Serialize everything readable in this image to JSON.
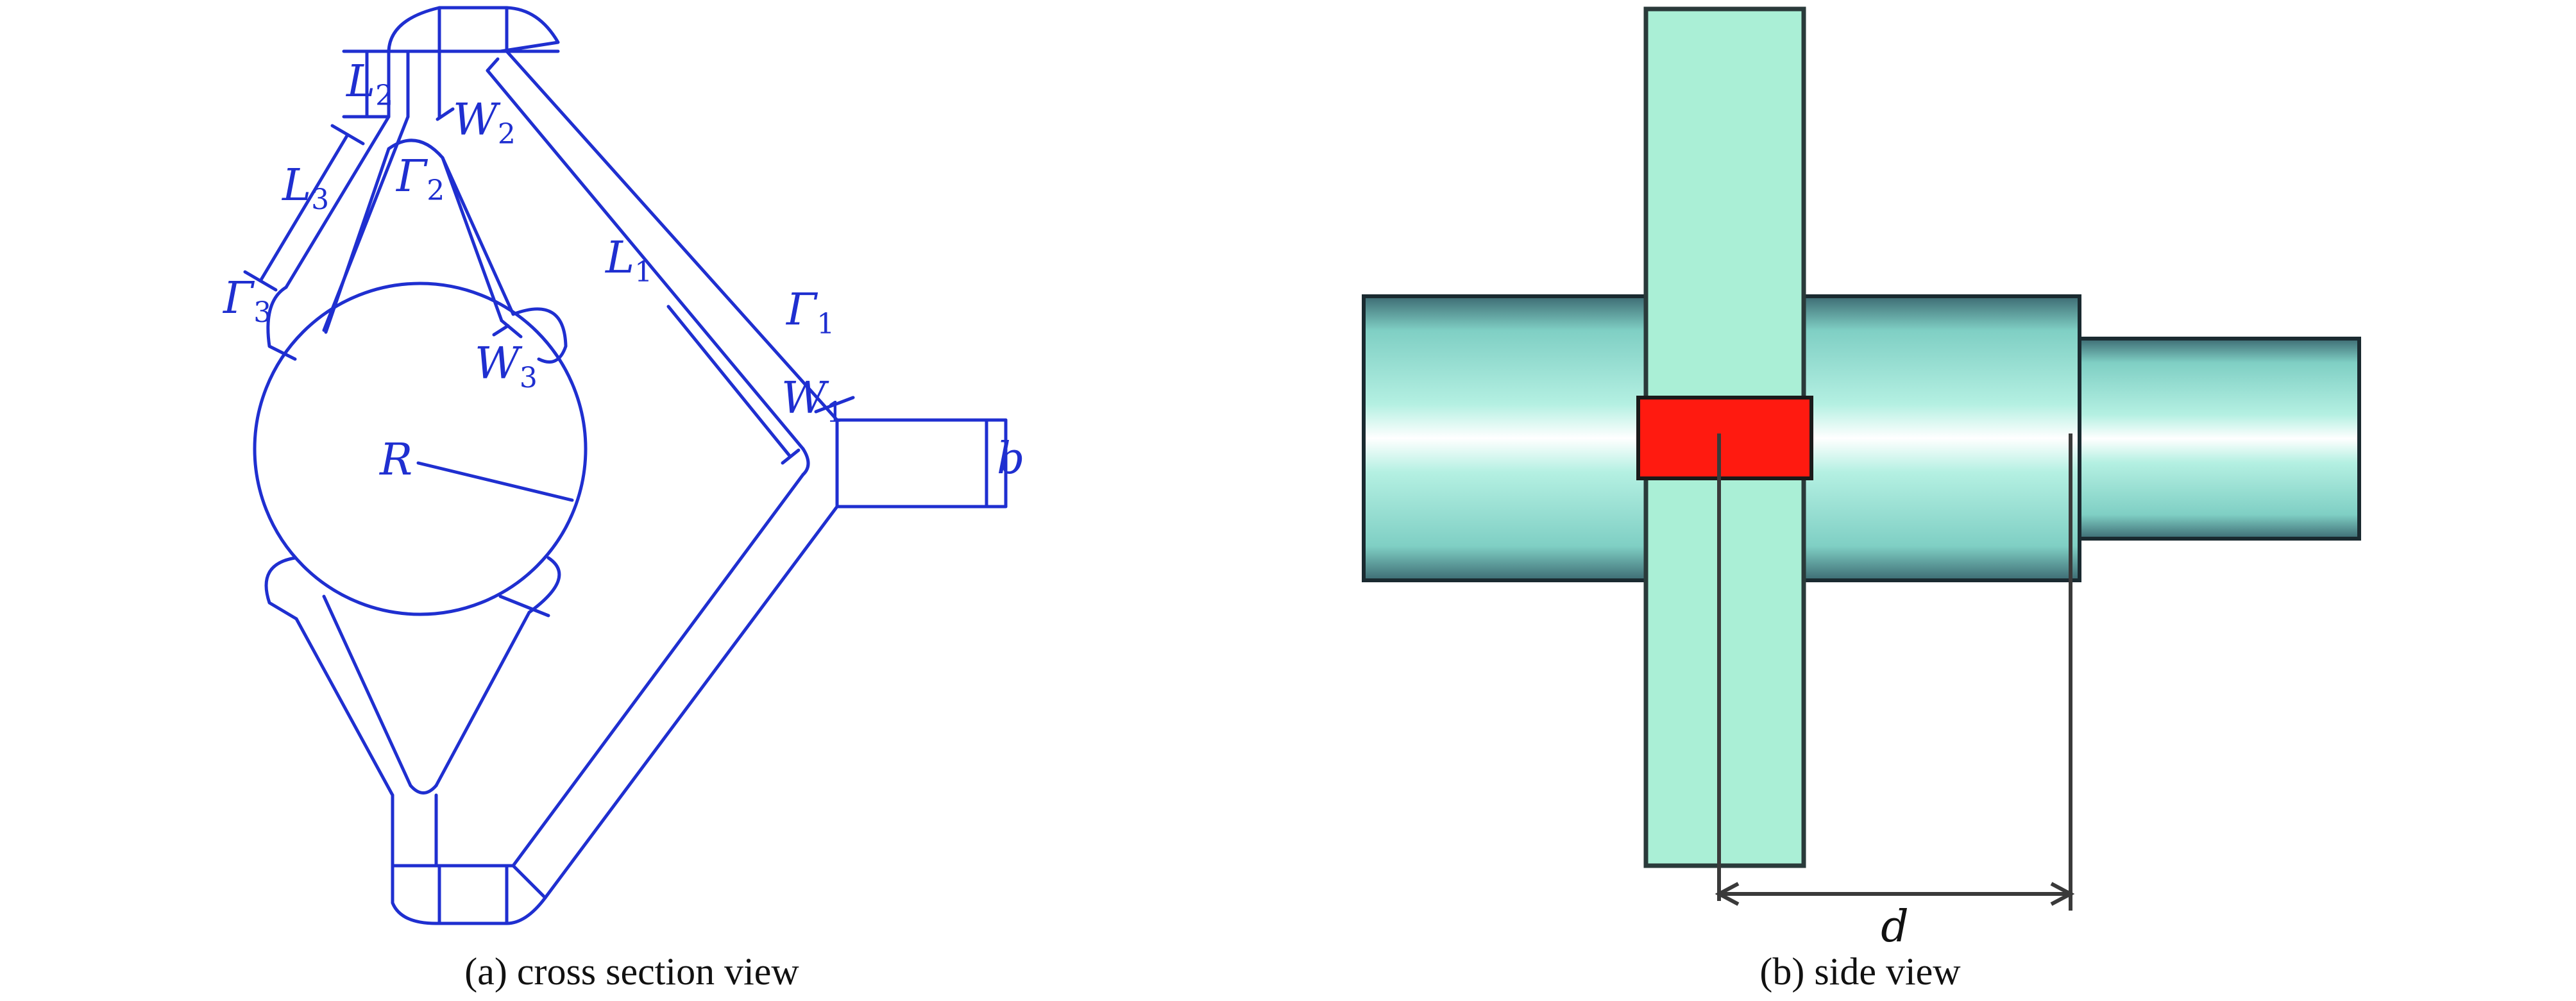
{
  "panel_a": {
    "caption": "(a) cross section view",
    "labels": {
      "L2": {
        "base": "L",
        "sub": "2"
      },
      "L3": {
        "base": "L",
        "sub": "3"
      },
      "L1": {
        "base": "L",
        "sub": "1"
      },
      "W2": {
        "base": "W",
        "sub": "2"
      },
      "W3": {
        "base": "W",
        "sub": "3"
      },
      "W1": {
        "base": "W",
        "sub": "1"
      },
      "G2": {
        "base": "Γ",
        "sub": "2"
      },
      "G3": {
        "base": "Γ",
        "sub": "3"
      },
      "G1": {
        "base": "Γ",
        "sub": "1"
      },
      "R": {
        "base": "R"
      },
      "b": {
        "base": "b"
      }
    },
    "line_color": "#1f2fd0"
  },
  "panel_b": {
    "caption": "(b) side view",
    "labels": {
      "d": {
        "base": "d"
      }
    },
    "colors": {
      "rod": "#a6ead8",
      "rod_highlight": "#ffffff",
      "rod_edge": "#2a4a52",
      "block": "#aaefd6",
      "source": "#ff1a10",
      "dim_line": "#3a3a3a"
    }
  }
}
